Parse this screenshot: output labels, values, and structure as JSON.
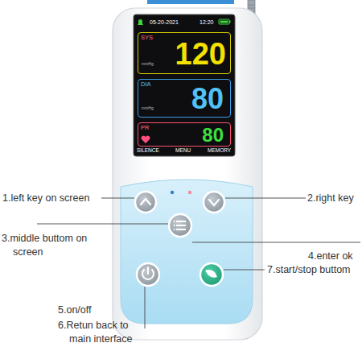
{
  "diagram": {
    "nodes": [
      {
        "text": [
          "05-20-2021",
          "12:20",
          "SILENCE",
          "MENU",
          "MEMORY"
        ]
      },
      {
        "text": [
          "SYS",
          "mmHg",
          "120"
        ],
        "in": 0
      },
      {
        "text": [
          "DIA",
          "mmHg",
          "80"
        ],
        "in": 0
      },
      {
        "text": [
          "PR",
          "80"
        ],
        "in": 0
      }
    ],
    "labels": [
      "1.left key on screen",
      "2.right key",
      "3.middle buttom on screen",
      "4.enter ok",
      "7.start/stop buttom",
      "5.on/off",
      "6.Retun back to main interface"
    ]
  }
}
